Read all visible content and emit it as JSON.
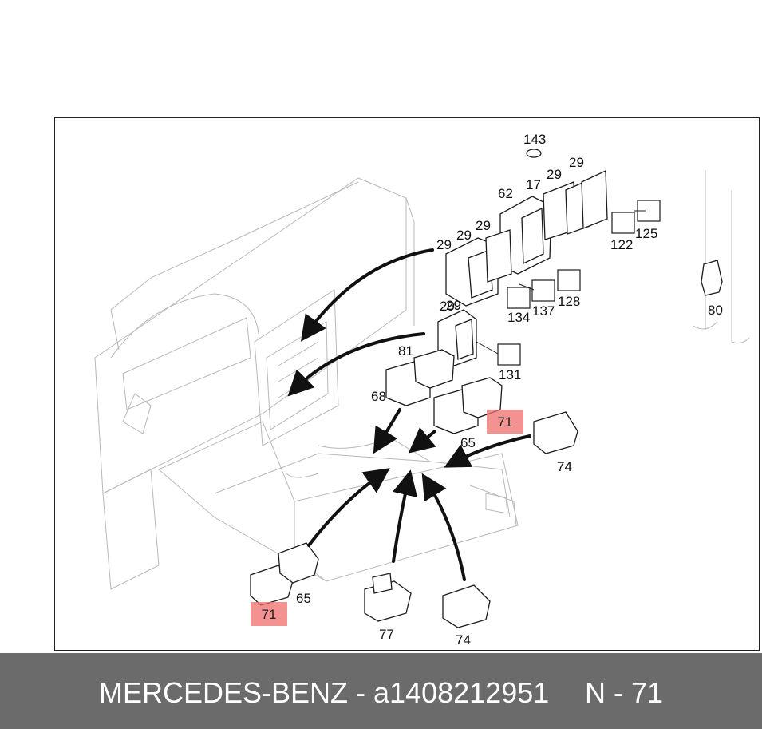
{
  "diagram": {
    "callouts": [
      "143",
      "17",
      "29",
      "29",
      "29",
      "62",
      "29",
      "29",
      "29",
      "125",
      "122",
      "128",
      "137",
      "134",
      "29",
      "81",
      "131",
      "80",
      "68",
      "71",
      "65",
      "74",
      "65",
      "77",
      "74"
    ],
    "highlighted_callouts": [
      "71",
      "71"
    ],
    "highlight_color": "#f06e6e"
  },
  "footer": {
    "brand": "MERCEDES-BENZ - a1408212951",
    "part_ref": "N - 71"
  }
}
